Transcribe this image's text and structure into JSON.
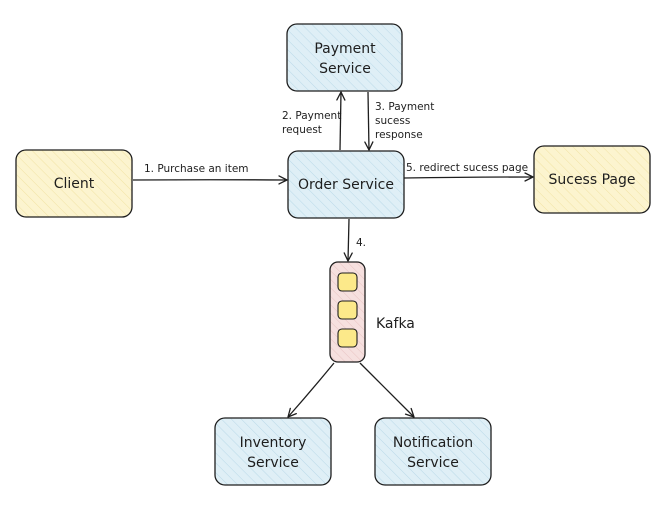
{
  "colors": {
    "service_fill": "#dfeff6",
    "client_fill": "#fcf4cf",
    "page_fill": "#fcf4cf",
    "kafka_fill": "#f6e0df",
    "kafka_block": "#fce98a",
    "stroke": "#1e1e1e"
  },
  "nodes": {
    "client": {
      "label": "Client"
    },
    "order_service": {
      "label": "Order Service"
    },
    "payment_service": {
      "line1": "Payment",
      "line2": "Service"
    },
    "success_page": {
      "label": "Sucess Page"
    },
    "kafka": {
      "label": "Kafka"
    },
    "inventory_service": {
      "line1": "Inventory",
      "line2": "Service"
    },
    "notification_service": {
      "line1": "Notification",
      "line2": "Service"
    }
  },
  "edges": {
    "purchase": {
      "label": "1. Purchase an item"
    },
    "payment_request": {
      "line1": "2. Payment",
      "line2": "request"
    },
    "payment_response": {
      "line1": "3. Payment",
      "line2": "sucess",
      "line3": "response"
    },
    "redirect": {
      "label": "5. redirect sucess page"
    },
    "to_kafka": {
      "label": "4."
    }
  }
}
